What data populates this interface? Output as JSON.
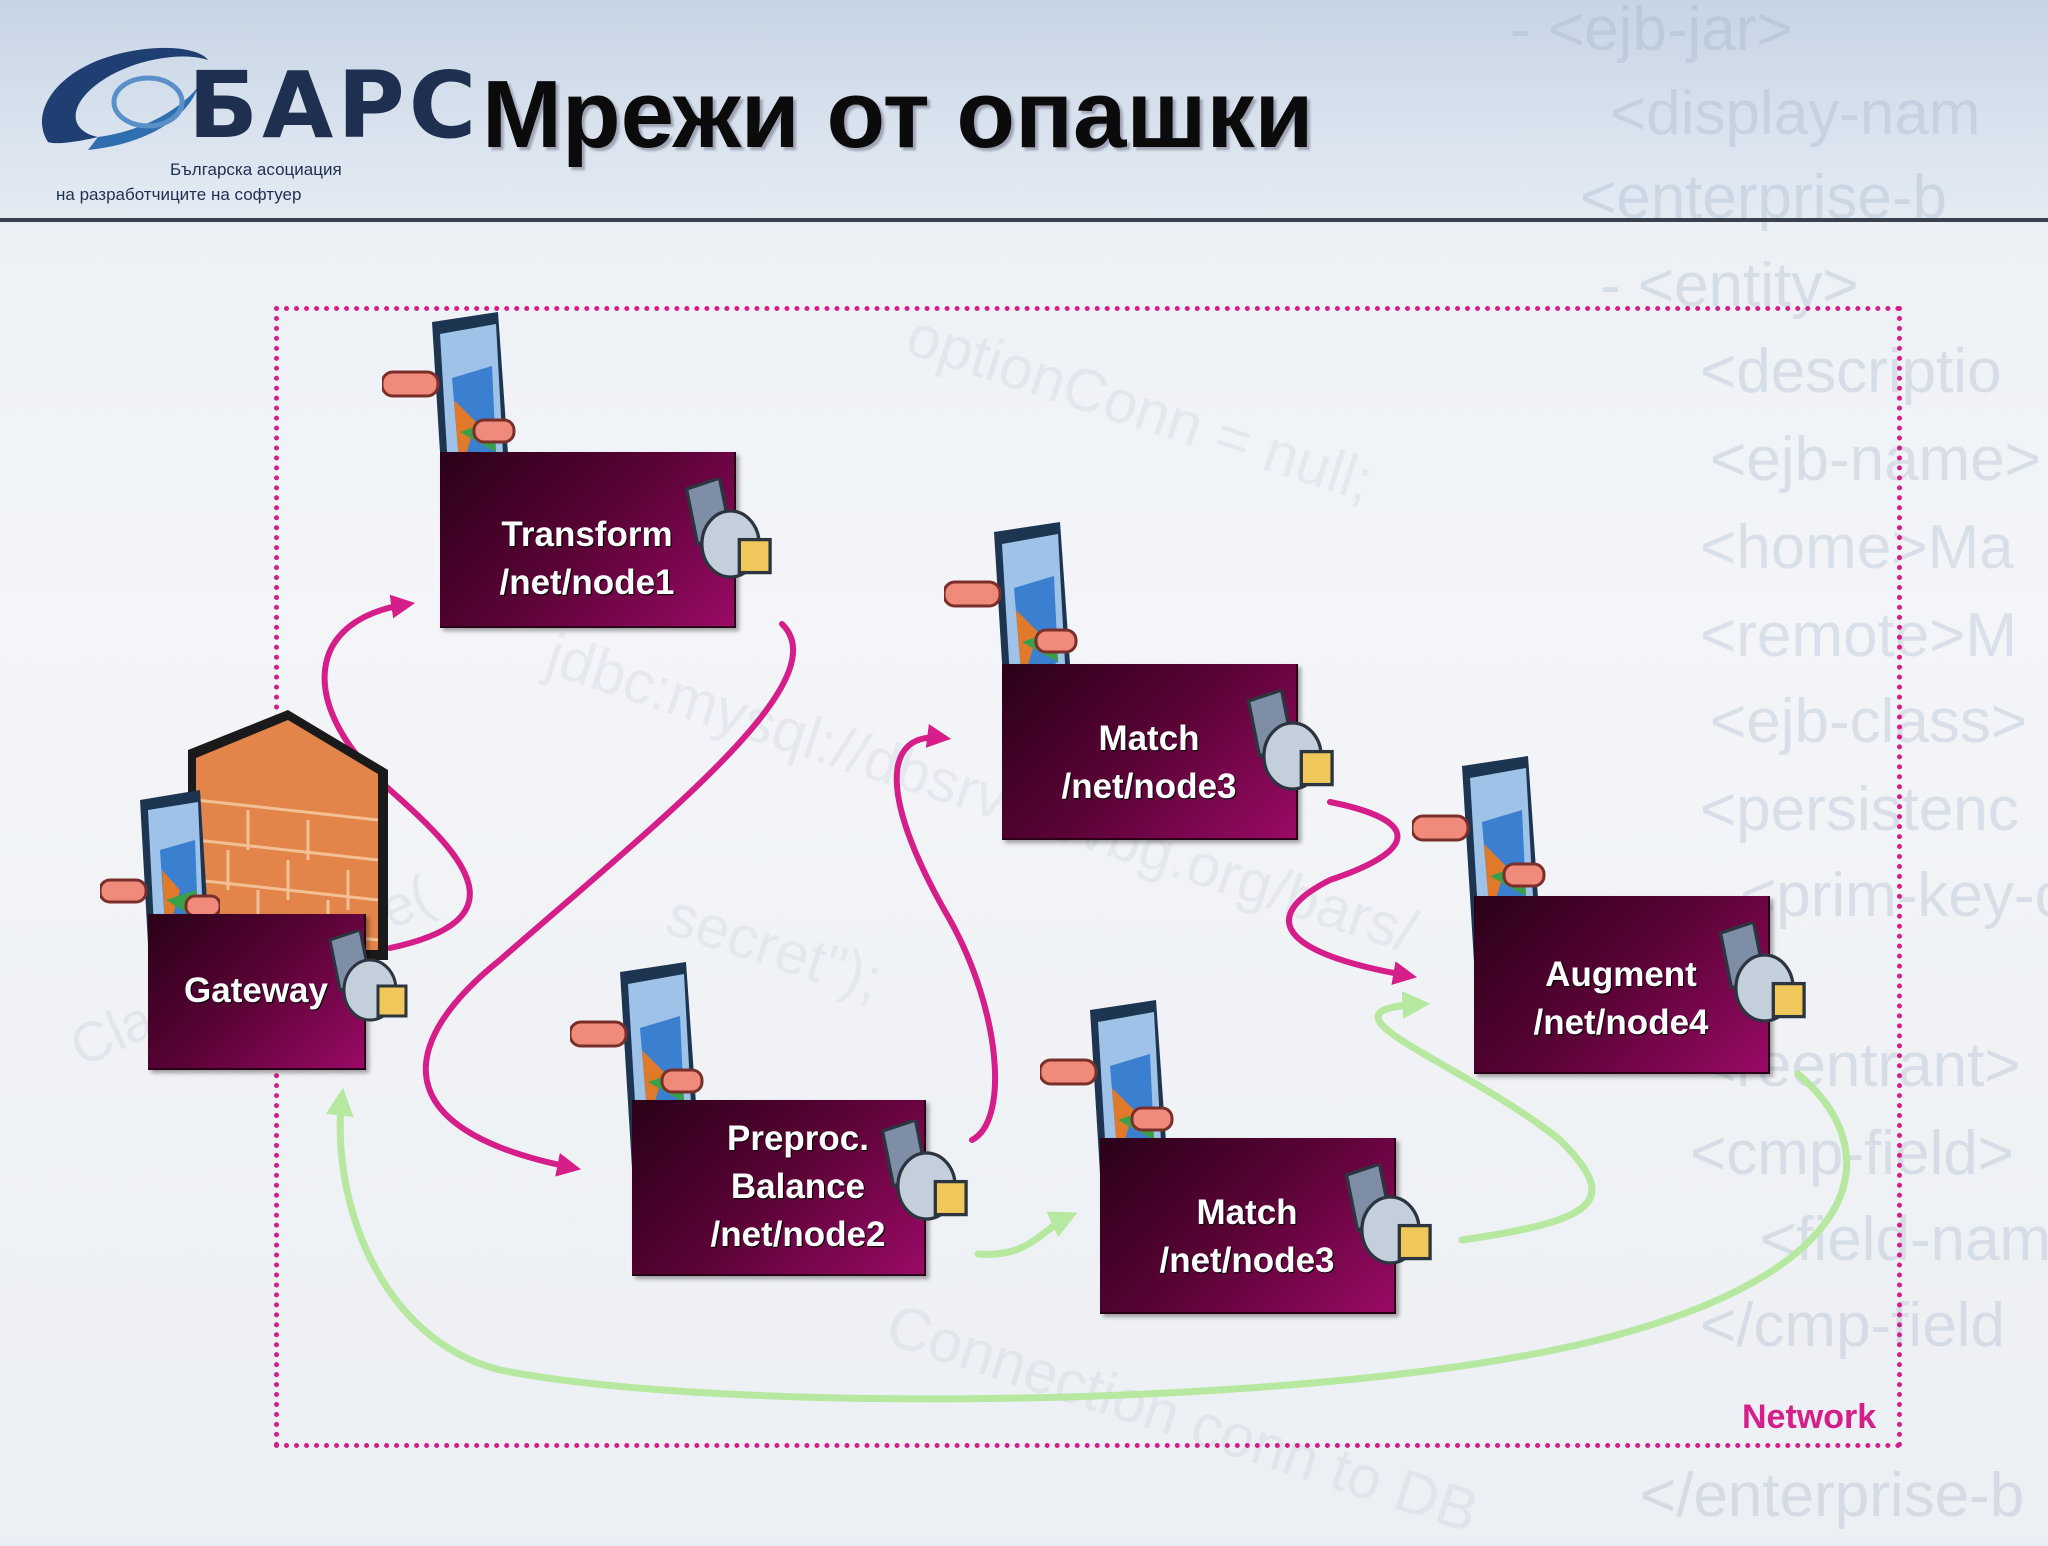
{
  "header": {
    "title": "Мрежи от опашки",
    "logo": {
      "wordmark": "БАРС",
      "subtitle_line1": "Българска асоциация",
      "subtitle_line2": "на разработчиците на софтуер"
    }
  },
  "background_code_lines": [
    "- <ejb-jar>",
    "<display-nam",
    "<enterprise-b",
    "- <entity>",
    "<descriptio",
    "<ejb-name>",
    "<home>Ma",
    "<remote>M",
    "<ejb-class>",
    "<persistenc",
    "<prim-key-c",
    "<reentrant>",
    "<cmp-field>",
    "<field-nam",
    "</cmp-field",
    "</enterprise-b"
  ],
  "background_tilted_text": [
    "optionConn = null;",
    "Class.forName(",
    "jdbc:mysql://dbsrv.devbg.org/bars/",
    "secret\");",
    "Connection conn to DB"
  ],
  "network": {
    "label": "Network",
    "nodes": [
      {
        "id": "gateway",
        "lines": [
          "Gateway"
        ]
      },
      {
        "id": "transform",
        "lines": [
          "Transform",
          "/net/node1"
        ]
      },
      {
        "id": "preproc",
        "lines": [
          "Preproc.",
          "Balance",
          "/net/node2"
        ]
      },
      {
        "id": "match_a",
        "lines": [
          "Match",
          "/net/node3"
        ]
      },
      {
        "id": "match_b",
        "lines": [
          "Match",
          "/net/node3"
        ]
      },
      {
        "id": "augment",
        "lines": [
          "Augment",
          "/net/node4"
        ]
      }
    ],
    "flows": [
      {
        "from": "gateway",
        "to": "transform",
        "color": "#d61e8a"
      },
      {
        "from": "transform",
        "to": "preproc",
        "color": "#d61e8a"
      },
      {
        "from": "preproc",
        "to": "match_a",
        "color": "#d61e8a"
      },
      {
        "from": "match_a",
        "to": "augment",
        "color": "#d61e8a"
      },
      {
        "from": "preproc",
        "to": "match_b",
        "color": "#b6e8a0"
      },
      {
        "from": "match_b",
        "to": "augment",
        "color": "#b6e8a0"
      },
      {
        "from": "augment",
        "to": "gateway",
        "color": "#b6e8a0"
      }
    ]
  },
  "colors": {
    "flow_primary": "#d61e8a",
    "flow_secondary": "#b6e8a0",
    "node_fill": "#6a0440",
    "network_border": "#d61e8a"
  },
  "icons": [
    "queue-server-icon",
    "connector-plug-icon",
    "firewall-brick-icon",
    "logo-swoosh-icon"
  ]
}
